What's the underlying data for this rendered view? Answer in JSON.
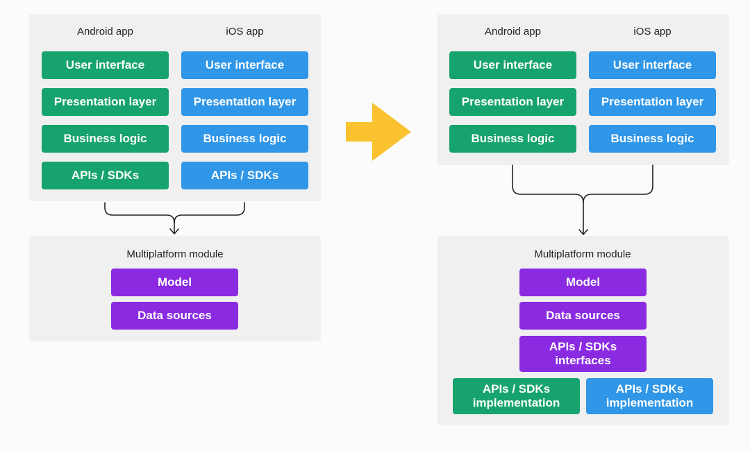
{
  "left": {
    "android_label": "Android app",
    "ios_label": "iOS app",
    "android_layers": [
      "User interface",
      "Presentation layer",
      "Business logic",
      "APIs / SDKs"
    ],
    "ios_layers": [
      "User interface",
      "Presentation layer",
      "Business logic",
      "APIs / SDKs"
    ],
    "module_label": "Multiplatform module",
    "module_items": [
      "Model",
      "Data sources"
    ]
  },
  "right": {
    "android_label": "Android app",
    "ios_label": "iOS app",
    "android_layers": [
      "User interface",
      "Presentation layer",
      "Business logic"
    ],
    "ios_layers": [
      "User interface",
      "Presentation layer",
      "Business logic"
    ],
    "module_label": "Multiplatform module",
    "module_items": [
      "Model",
      "Data sources",
      "APIs / SDKs interfaces"
    ],
    "impl_android": "APIs / SDKs implementation",
    "impl_ios": "APIs / SDKs implementation"
  },
  "colors": {
    "android": "#16a36e",
    "ios": "#2f96e8",
    "shared": "#8a2be2",
    "arrow": "#f9c22e"
  },
  "icons": {
    "transition": "right-arrow-icon"
  }
}
